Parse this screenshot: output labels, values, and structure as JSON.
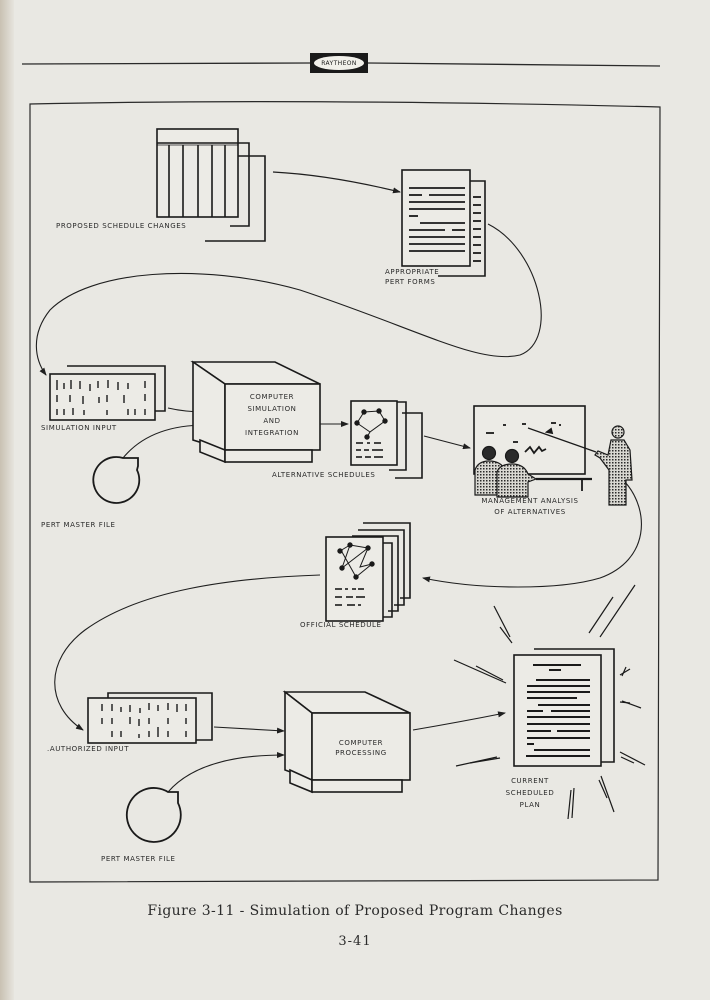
{
  "header": {
    "logo_text": "RAYTHEON"
  },
  "figure": {
    "nodes": {
      "proposed_schedule_changes": "PROPOSED SCHEDULE CHANGES",
      "appropriate_pert_forms_line1": "APPROPRIATE",
      "appropriate_pert_forms_line2": "PERT FORMS",
      "simulation_input": "SIMULATION INPUT",
      "computer_simulation_line1": "COMPUTER",
      "computer_simulation_line2": "SIMULATION",
      "computer_simulation_line3": "AND",
      "computer_simulation_line4": "INTEGRATION",
      "alternative_schedules": "ALTERNATIVE SCHEDULES",
      "management_analysis_line1": "MANAGEMENT ANALYSIS",
      "management_analysis_line2": "OF ALTERNATIVES",
      "pert_master_file_1": "PERT MASTER FILE",
      "official_schedule": "OFFICIAL SCHEDULE",
      "authorized_input": ".AUTHORIZED INPUT",
      "computer_processing_line1": "COMPUTER",
      "computer_processing_line2": "PROCESSING",
      "current_plan_line1": "CURRENT",
      "current_plan_line2": "SCHEDULED",
      "current_plan_line3": "PLAN",
      "pert_master_file_2": "PERT MASTER FILE"
    },
    "caption": "Figure 3-11 - Simulation of Proposed Program Changes"
  },
  "footer": {
    "page_number": "3-41"
  },
  "colors": {
    "paper": "#e9e8e3",
    "ink": "#1f1f1f"
  }
}
